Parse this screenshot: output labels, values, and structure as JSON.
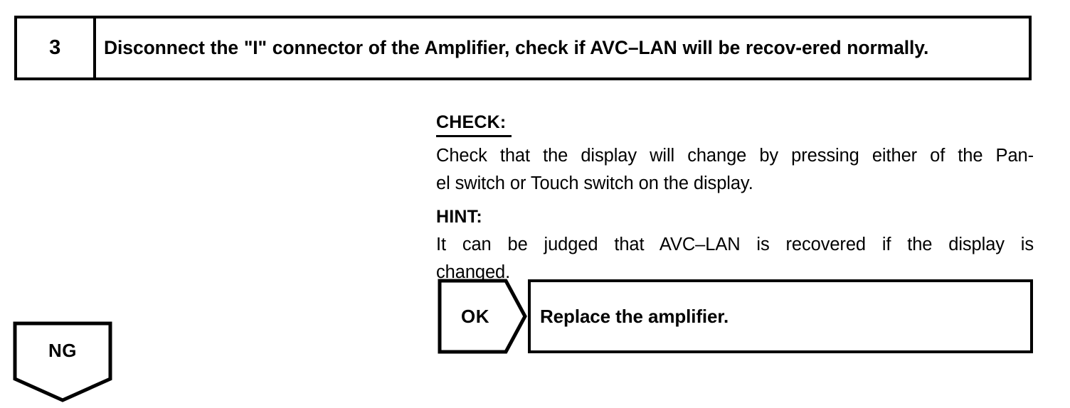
{
  "step": {
    "number": "3",
    "instruction": "Disconnect the \"I\" connector of the Amplifier, check if AVC–LAN will be recov-ered normally."
  },
  "check_block": {
    "check_heading": "CHECK:",
    "check_body_line1": "Check that the display will change by pressing either of the Pan-",
    "check_body_line2": "el switch or Touch switch on the display.",
    "hint_heading": "HINT:",
    "hint_body_line1": "It can be judged that AVC–LAN is recovered if the display is",
    "hint_body_line2": "changed."
  },
  "branches": {
    "ok_label": "OK",
    "ok_result": "Replace the amplifier.",
    "ng_label": "NG"
  },
  "colors": {
    "ink": "#000000",
    "paper": "#ffffff"
  }
}
